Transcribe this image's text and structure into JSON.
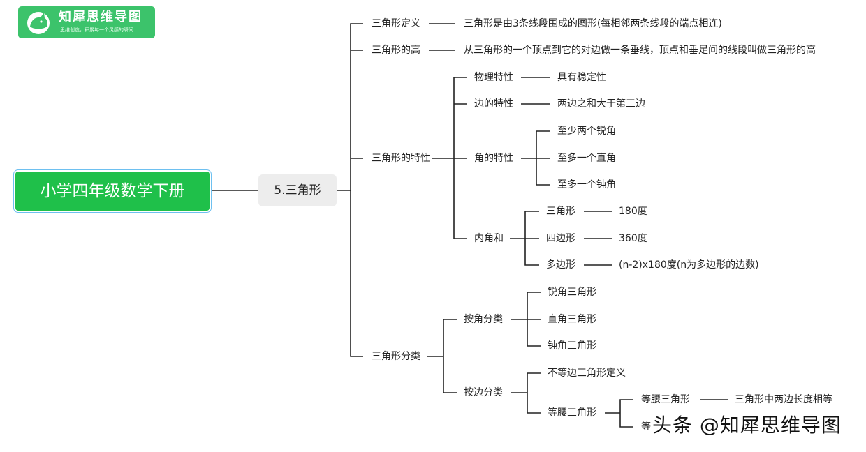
{
  "logo": {
    "title": "知犀思维导图",
    "subtitle": "思维创造，积累每一个灵感的瞬间",
    "color": "#3cc36b"
  },
  "root": {
    "label": "小学四年级数学下册",
    "color": "#1fc04a"
  },
  "main": {
    "label": "5.三角形"
  },
  "branches": {
    "definition": {
      "label": "三角形定义",
      "text": "三角形是由3条线段围成的图形(每相邻两条线段的端点相连)"
    },
    "height": {
      "label": "三角形的高",
      "text": "从三角形的一个顶点到它的对边做一条垂线，顶点和垂足间的线段叫做三角形的高"
    },
    "properties": {
      "label": "三角形的特性",
      "physical": {
        "label": "物理特性",
        "text": "具有稳定性"
      },
      "sides": {
        "label": "边的特性",
        "text": "两边之和大于第三边"
      },
      "angles": {
        "label": "角的特性",
        "items": [
          "至少两个锐角",
          "至多一个直角",
          "至多一个钝角"
        ]
      },
      "interior": {
        "label": "内角和",
        "rows": [
          {
            "label": "三角形",
            "text": "180度"
          },
          {
            "label": "四边形",
            "text": "360度"
          },
          {
            "label": "多边形",
            "text": "(n-2)x180度(n为多边形的边数)"
          }
        ]
      }
    },
    "classification": {
      "label": "三角形分类",
      "by_angle": {
        "label": "按角分类",
        "items": [
          "锐角三角形",
          "直角三角形",
          "钝角三角形"
        ]
      },
      "by_side": {
        "label": "按边分类",
        "scalene": "不等边三角形定义",
        "isosceles": {
          "label": "等腰三角形",
          "sub_label": "等腰三角形",
          "sub_text": "三角形中两边长度相等",
          "partial": "等"
        }
      }
    }
  },
  "watermark": "头条 @知犀思维导图",
  "line_color": "#222222"
}
